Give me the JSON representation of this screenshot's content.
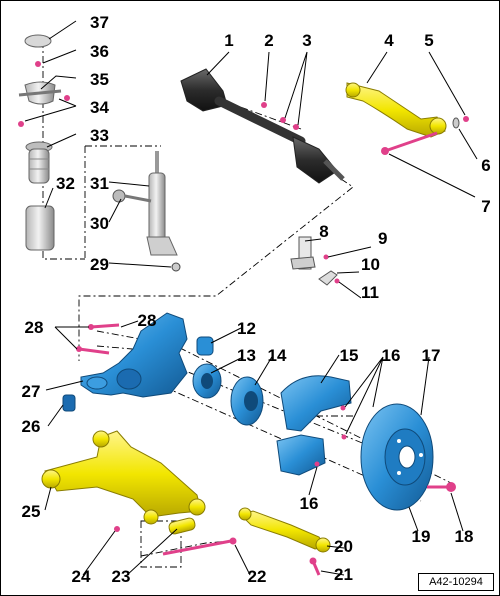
{
  "figure": {
    "reference_code": "A42-10294"
  },
  "callouts": [
    {
      "number": "1"
    },
    {
      "number": "2"
    },
    {
      "number": "3"
    },
    {
      "number": "4"
    },
    {
      "number": "5"
    },
    {
      "number": "6"
    },
    {
      "number": "7"
    },
    {
      "number": "8"
    },
    {
      "number": "9"
    },
    {
      "number": "10"
    },
    {
      "number": "11"
    },
    {
      "number": "12"
    },
    {
      "number": "13"
    },
    {
      "number": "14"
    },
    {
      "number": "15"
    },
    {
      "number": "16"
    },
    {
      "number": "17"
    },
    {
      "number": "18"
    },
    {
      "number": "19"
    },
    {
      "number": "20"
    },
    {
      "number": "21"
    },
    {
      "number": "22"
    },
    {
      "number": "23"
    },
    {
      "number": "24"
    },
    {
      "number": "25"
    },
    {
      "number": "26"
    },
    {
      "number": "27"
    },
    {
      "number": "28"
    },
    {
      "number": "29"
    },
    {
      "number": "30"
    },
    {
      "number": "31"
    },
    {
      "number": "32"
    },
    {
      "number": "33"
    },
    {
      "number": "34"
    },
    {
      "number": "35"
    },
    {
      "number": "36"
    },
    {
      "number": "37"
    }
  ],
  "colors": {
    "link_yellow": "#f2e600",
    "carrier_blue": "#2a8fd6",
    "rubber_gray": "#7f7f7f",
    "bolt_pink": "#e0408a"
  }
}
